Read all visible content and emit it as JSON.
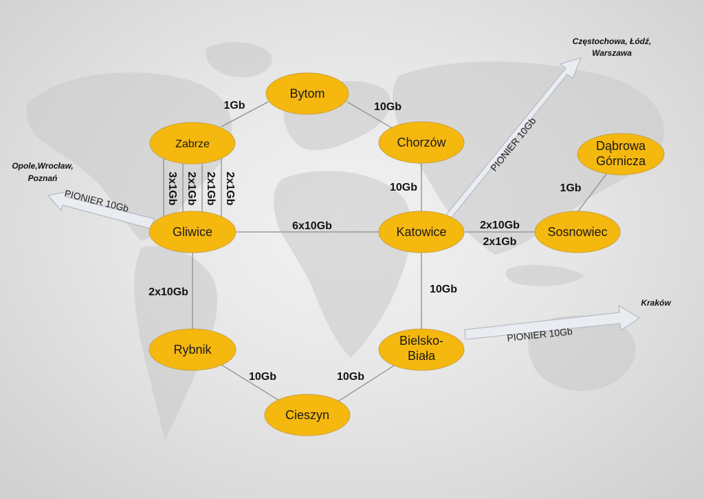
{
  "cities": {
    "bytom": "Bytom",
    "zabrze": "Zabrze",
    "chorzow": "Chorzów",
    "gliwice": "Gliwice",
    "katowice": "Katowice",
    "sosnowiec": "Sosnowiec",
    "dabrowa_1": "Dąbrowa",
    "dabrowa_2": "Górnicza",
    "rybnik": "Rybnik",
    "bielsko_1": "Bielsko-",
    "bielsko_2": "Biała",
    "cieszyn": "Cieszyn"
  },
  "links": {
    "zabrze_bytom": "1Gb",
    "bytom_chorzow": "10Gb",
    "chorzow_katowice": "10Gb",
    "zabrze_gliwice": [
      "3x1Gb",
      "2x1Gb",
      "2x1Gb",
      "2x1Gb"
    ],
    "gliwice_katowice": "6x10Gb",
    "katowice_sosnowiec_1": "2x10Gb",
    "katowice_sosnowiec_2": "2x1Gb",
    "sosnowiec_dabrowa": "1Gb",
    "gliwice_rybnik": "2x10Gb",
    "katowice_bielsko": "10Gb",
    "rybnik_cieszyn": "10Gb",
    "cieszyn_bielsko": "10Gb"
  },
  "external": {
    "west_label": "PIONIER 10Gb",
    "west_dest_1": "Opole,Wrocław,",
    "west_dest_2": "Poznań",
    "north_label": "PIONIER 10Gb",
    "north_dest_1": "Częstochowa, Łódź,",
    "north_dest_2": "Warszawa",
    "east_label": "PIONIER 10Gb",
    "east_dest": "Kraków"
  },
  "colors": {
    "node_fill": "#f5b80f",
    "node_stroke": "#c8a040",
    "line": "#8c8c8c",
    "arrow_fill": "#e9ecf1",
    "arrow_stroke": "#b5b9c0",
    "continents": "#c9c9c9"
  }
}
